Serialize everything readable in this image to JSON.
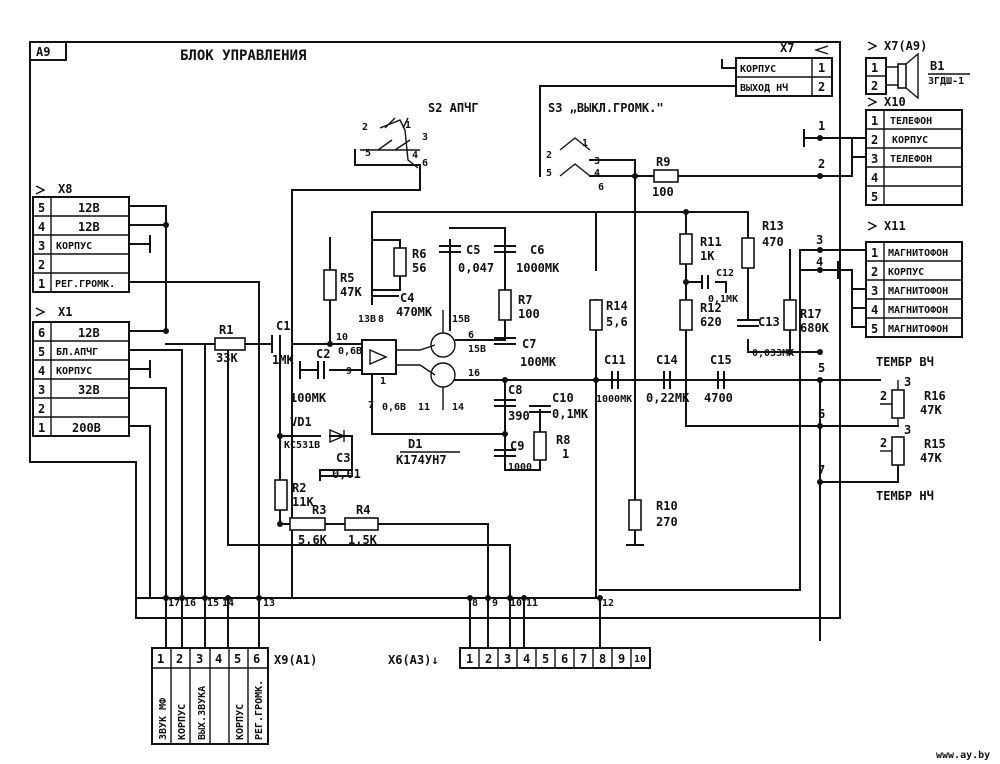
{
  "title": "БЛОК УПРАВЛЕНИЯ",
  "module_id": "А9",
  "watermark": "www.ay.by",
  "switches": {
    "s2": "S2  АПЧГ",
    "s3": "S3  „ВЫКЛ.ГРОМК.\""
  },
  "x8": {
    "label": "X8",
    "pins": [
      "5",
      "4",
      "3",
      "2",
      "1"
    ],
    "names": [
      "12В",
      "12В",
      "КОРПУС",
      "",
      "РЕГ.ГРОМК."
    ]
  },
  "x1": {
    "label": "X1",
    "pins": [
      "6",
      "5",
      "4",
      "3",
      "2",
      "1"
    ],
    "names": [
      "12В",
      "БЛ.АПЧГ",
      "КОРПУС",
      "32В",
      "",
      "200В"
    ]
  },
  "x7": {
    "label": "X7",
    "names": [
      "КОРПУС",
      "ВЫХОД НЧ"
    ],
    "pins": [
      "1",
      "2"
    ]
  },
  "x7a9": {
    "label": "X7(А9)",
    "pins": [
      "1",
      "2"
    ],
    "speaker": "B1",
    "speaker_type": "3ГДШ-1"
  },
  "x10": {
    "label": "X10",
    "pins": [
      "1",
      "2",
      "3",
      "4",
      "5"
    ],
    "names": [
      "ТЕЛЕФОН",
      "КОРПУС",
      "ТЕЛЕФОН",
      "",
      ""
    ]
  },
  "x11": {
    "label": "X11",
    "pins": [
      "1",
      "2",
      "3",
      "4",
      "5"
    ],
    "names": [
      "МАГНИТОФОН",
      "КОРПУС",
      "МАГНИТОФОН",
      "МАГНИТОФОН",
      "МАГНИТОФОН"
    ]
  },
  "x9": {
    "label": "X9(А1)",
    "pins": [
      "1",
      "2",
      "3",
      "4",
      "5",
      "6"
    ],
    "names": [
      "ЗВУК МФ",
      "КОРПУС",
      "ВЫХ.ЗВУКА",
      "",
      "КОРПУС",
      "РЕГ.ГРОМК."
    ]
  },
  "x6": {
    "label": "X6(А3)↓",
    "pins": [
      "1",
      "2",
      "3",
      "4",
      "5",
      "6",
      "7",
      "8",
      "9",
      "10"
    ]
  },
  "components": {
    "r1": [
      "R1",
      "33К"
    ],
    "r2": [
      "R2",
      "11К"
    ],
    "r3": [
      "R3",
      "5,6К"
    ],
    "r4": [
      "R4",
      "1,5К"
    ],
    "r5": [
      "R5",
      "47К"
    ],
    "r6": [
      "R6",
      "56"
    ],
    "r7": [
      "R7",
      "100"
    ],
    "r8": [
      "R8",
      "1"
    ],
    "r9": [
      "R9",
      "100"
    ],
    "r10": [
      "R10",
      "270"
    ],
    "r11": [
      "R11",
      "1К"
    ],
    "r12": [
      "R12",
      "620"
    ],
    "r13": [
      "R13",
      "470"
    ],
    "r14": [
      "R14",
      "5,6"
    ],
    "r15": [
      "R15",
      "47К"
    ],
    "r16": [
      "R16",
      "47К"
    ],
    "r17": [
      "R17",
      "680К"
    ],
    "c1": [
      "C1",
      "1МК"
    ],
    "c2": [
      "C2",
      "100МК"
    ],
    "c3": [
      "C3",
      "0,01"
    ],
    "c4": [
      "C4",
      "470МК"
    ],
    "c5": [
      "C5",
      "0,047"
    ],
    "c6": [
      "C6",
      "1000МК"
    ],
    "c7": [
      "C7",
      "100МК"
    ],
    "c8": [
      "C8",
      "390"
    ],
    "c9": [
      "C9",
      "1000"
    ],
    "c10": [
      "C10",
      "0,1МК"
    ],
    "c11": [
      "C11",
      "1000МК"
    ],
    "c12": [
      "C12",
      "0,1МК"
    ],
    "c13": [
      "C13",
      "0,033МК"
    ],
    "c14": [
      "C14",
      "0,22МК"
    ],
    "c15": [
      "C15",
      "4700"
    ],
    "vd1": [
      "VD1",
      "КС531В"
    ],
    "d1": [
      "D1",
      "К174УН7"
    ]
  },
  "tone": {
    "treble": "ТЕМБР ВЧ",
    "bass": "ТЕМБР НЧ"
  },
  "ic_pins": {
    "p10": "10",
    "p13": "13",
    "p8": "8",
    "p9": "9",
    "p1": "1",
    "p7": "7",
    "p11": "11",
    "p14": "14",
    "p15": "15",
    "p6": "6",
    "p16": "16",
    "v0_6a": "0,6В",
    "v0_6b": "0,6В",
    "v15a": "15В",
    "v15b": "15В",
    "v13": "13В"
  },
  "nodes": {
    "n1": "1",
    "n2": "2",
    "n3": "3",
    "n4": "4",
    "n5": "5",
    "n6": "6",
    "n7": "7",
    "n8": "8",
    "n9": "9",
    "n10": "10",
    "n11": "11",
    "n12": "12",
    "n13": "13",
    "n14": "14",
    "n15": "15",
    "n16": "16",
    "n17": "17"
  },
  "pot_pins": {
    "r16_3": "3",
    "r16_2": "2",
    "r15_3": "3",
    "r15_2": "2"
  },
  "switch_pins": {
    "s2_1": "1",
    "s2_2": "2",
    "s2_3": "3",
    "s2_4": "4",
    "s2_5": "5",
    "s2_6": "6",
    "s3_1": "1",
    "s3_2": "2",
    "s3_3": "3",
    "s3_4": "4",
    "s3_5": "5",
    "s3_6": "6"
  }
}
